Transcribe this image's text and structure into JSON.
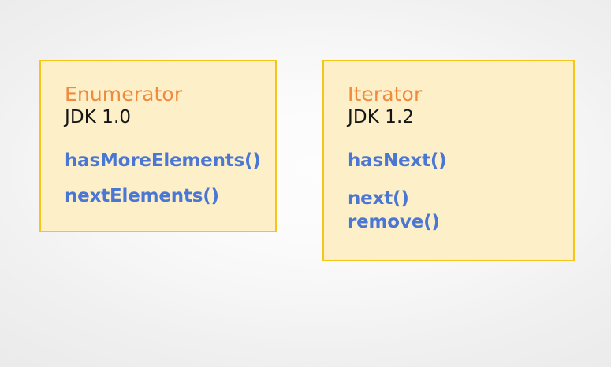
{
  "slide": {
    "background_color": "#f1f1f1",
    "background_highlight": "#fdfdfd"
  },
  "theme": {
    "card_fill": "#fdefc8",
    "card_border": "#f5c518",
    "title_color": "#f08a3c",
    "version_color": "#151515",
    "method_color": "#4a77d4"
  },
  "cards": [
    {
      "id": "enumerator",
      "title": "Enumerator",
      "version": "JDK 1.0",
      "methods": [
        "hasMoreElements()",
        "nextElements()"
      ]
    },
    {
      "id": "iterator",
      "title": "Iterator",
      "version": "JDK 1.2",
      "methods": [
        "hasNext()",
        "next()",
        "remove()"
      ]
    }
  ]
}
